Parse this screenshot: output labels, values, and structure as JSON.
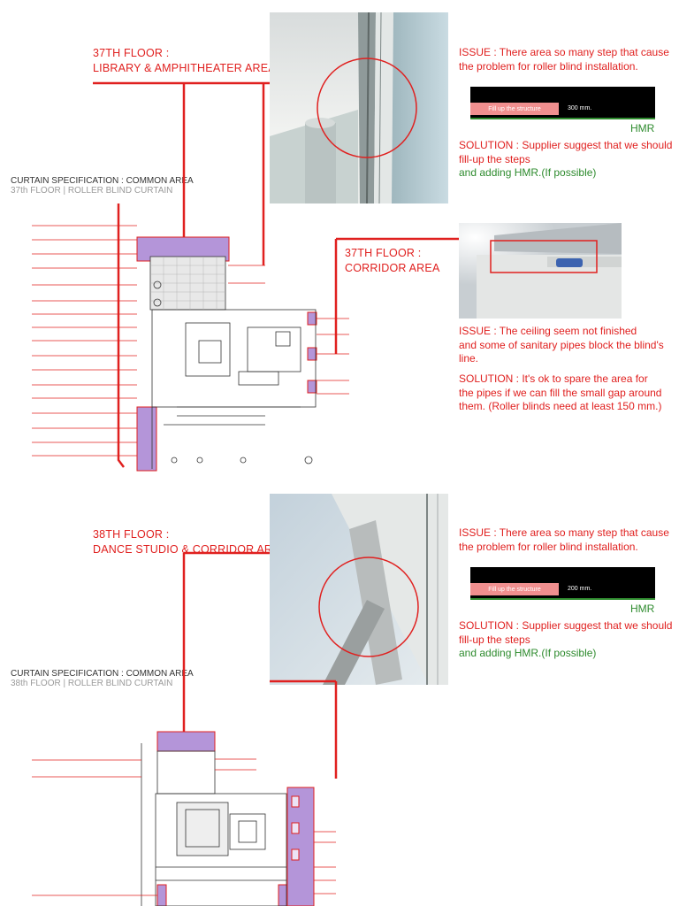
{
  "sections": [
    {
      "floor_title": [
        "37TH FLOOR :",
        "LIBRARY & AMPHITHEATER AREA"
      ],
      "issue": [
        "ISSUE : There area so many step that cause",
        "the problem for roller blind installation."
      ],
      "bar_fill_label": "Fill up the structure",
      "bar_dimension": "300 mm.",
      "hmr_label": "HMR",
      "solution": [
        "SOLUTION : Supplier suggest that we should",
        "fill-up the steps"
      ],
      "solution_green": "and adding HMR.(If possible)"
    },
    {
      "floor_title": [
        "37TH FLOOR :",
        "CORRIDOR AREA"
      ],
      "issue": [
        "ISSUE : The ceiling seem not finished",
        "and some of sanitary pipes block the blind's",
        "line."
      ],
      "solution": [
        "SOLUTION : It's ok to spare the area for",
        "the pipes if we can fill the small gap around",
        "them. (Roller blinds need at least 150 mm.)"
      ]
    },
    {
      "floor_title": [
        "38TH FLOOR :",
        "DANCE STUDIO & CORRIDOR AREA"
      ],
      "issue": [
        "ISSUE : There area so many step that cause",
        "the problem for roller blind installation."
      ],
      "bar_fill_label": "Fill up the structure",
      "bar_dimension": "200 mm.",
      "hmr_label": "HMR",
      "solution": [
        "SOLUTION : Supplier suggest that we should",
        "fill-up the steps"
      ],
      "solution_green": "and adding HMR.(If possible)"
    }
  ],
  "specs": [
    {
      "title": "CURTAIN SPECIFICATION : COMMON AREA",
      "subtitle": "37th FLOOR | ROLLER BLIND CURTAIN"
    },
    {
      "title": "CURTAIN SPECIFICATION : COMMON AREA",
      "subtitle": "38th FLOOR | ROLLER BLIND CURTAIN"
    }
  ],
  "colors": {
    "accent_red": "#e0201f",
    "solution_green": "#2e8b2e",
    "highlight_purple": "#9b72cc",
    "fill_pink": "#f08f8f"
  }
}
